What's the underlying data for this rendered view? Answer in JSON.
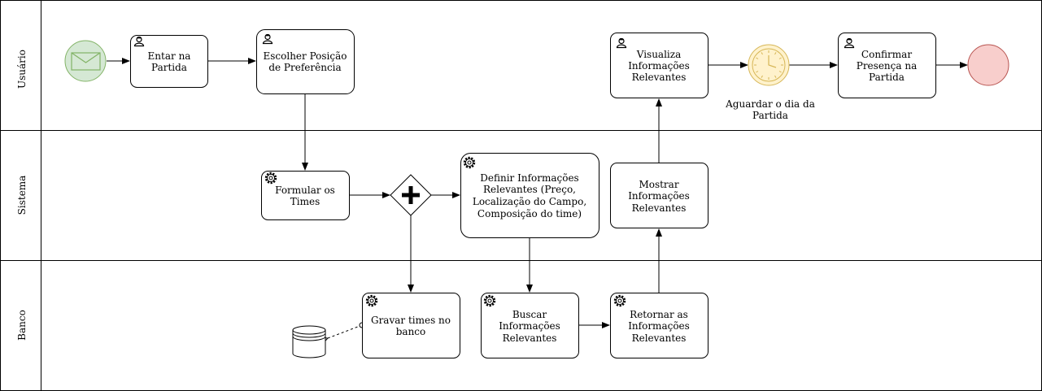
{
  "lanes": [
    {
      "id": "usuario",
      "label": "Usuário"
    },
    {
      "id": "sistema",
      "label": "Sistema"
    },
    {
      "id": "banco",
      "label": "Banco"
    }
  ],
  "tasks": {
    "entrar": {
      "lines": [
        "Entar na",
        "Partida"
      ],
      "type": "user"
    },
    "escolher": {
      "lines": [
        "Escolher Posição",
        "de Preferência"
      ],
      "type": "user"
    },
    "visualiza": {
      "lines": [
        "Visualiza",
        "Informações",
        "Relevantes"
      ],
      "type": "user"
    },
    "confirmar": {
      "lines": [
        "Confirmar",
        "Presença na",
        "Partida"
      ],
      "type": "user"
    },
    "formular": {
      "lines": [
        "Formular os",
        "Times"
      ],
      "type": "service"
    },
    "definir": {
      "lines": [
        "Definir Informações",
        "Relevantes (Preço,",
        "Localização do Campo,",
        "Composição do time)"
      ],
      "type": "service"
    },
    "mostrar": {
      "lines": [
        "Mostrar",
        "Informações",
        "Relevantes"
      ],
      "type": "none"
    },
    "gravar": {
      "lines": [
        "Gravar times no",
        "banco"
      ],
      "type": "service"
    },
    "buscar": {
      "lines": [
        "Buscar",
        "Informações",
        "Relevantes"
      ],
      "type": "service"
    },
    "retornar": {
      "lines": [
        "Retornar as",
        "Informações",
        "Relevantes"
      ],
      "type": "service"
    }
  },
  "events": {
    "timer_label": [
      "Aguardar o dia da",
      "Partida"
    ]
  },
  "colors": {
    "start_fill": "#d5e8d4",
    "start_stroke": "#82b366",
    "timer_fill": "#fff2cc",
    "timer_stroke": "#d6b656",
    "end_fill": "#f8cecc",
    "end_stroke": "#b85450"
  }
}
